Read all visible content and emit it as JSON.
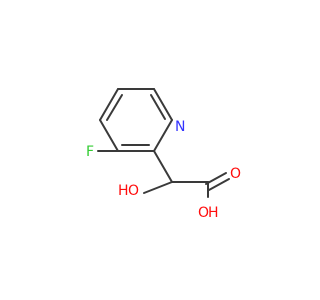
{
  "molecule": {
    "atoms": {
      "n1": {
        "label": "N",
        "color": "#3333ff"
      },
      "f1": {
        "label": "F",
        "color": "#33cc33"
      },
      "o_hydroxyl": {
        "label": "O",
        "h_label": "H",
        "color": "#ff0d0d"
      },
      "o_carbonyl": {
        "label": "O",
        "color": "#ff0d0d"
      },
      "o_acid": {
        "label": "O",
        "h_label": "H",
        "color": "#ff0d0d"
      }
    },
    "bond_color": "#3a3a3a"
  }
}
